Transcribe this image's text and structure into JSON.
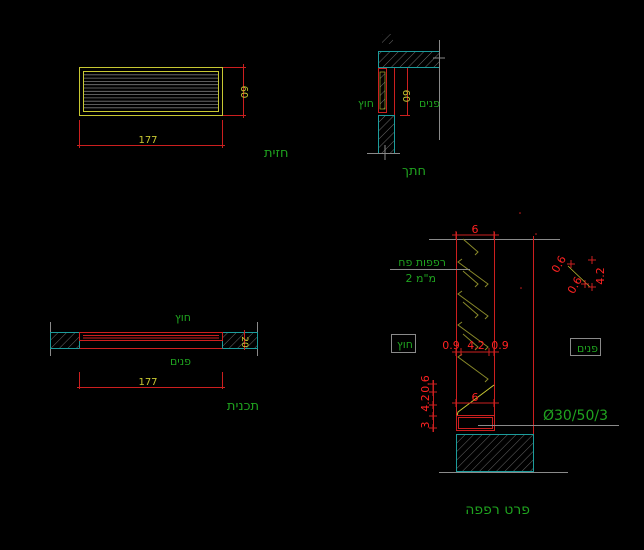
{
  "colors": {
    "background": "#000000",
    "frame": "#c8c832",
    "dimension": "#cc1f1f",
    "dim_text_red": "#ff2222",
    "dim_text_yellow": "#c8c832",
    "label": "#1fa31f",
    "wall": "#1c9c9c",
    "hatch": "#6a6a6a",
    "line_gray": "#8a8a8a",
    "slat": "#8a8a2a"
  },
  "elevation": {
    "title": "חזית",
    "width_dim": "177",
    "height_dim": "60"
  },
  "section": {
    "title": "חתך",
    "height_dim": "60",
    "outside_label": "חוץ",
    "inside_label": "פנים"
  },
  "plan": {
    "title": "תכנית",
    "width_dim": "177",
    "depth_dim": "20",
    "outside_label": "חוץ",
    "inside_label": "פנים"
  },
  "detail": {
    "title": "פרט רפפה",
    "top_dim": "6",
    "bottom_dim": "6",
    "slat_label_line1": "רפפות פח",
    "slat_label_line2": "2 מ\"מ",
    "mid_dims": [
      "0.9",
      "4.2",
      "0.9"
    ],
    "slat_dims": [
      "0.6",
      "0.6",
      "4.2"
    ],
    "left_dims": [
      "3",
      "4.2",
      "0.6"
    ],
    "profile_label": "Ø30/50/3",
    "outside_label": "חוץ",
    "inside_label": "פנים"
  }
}
